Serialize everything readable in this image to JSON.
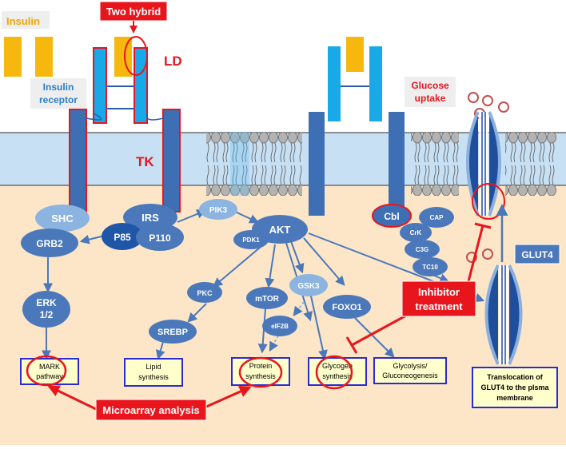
{
  "labels": {
    "insulin": "Insulin",
    "two_hybrid": "Two hybrid",
    "ld": "LD",
    "insulin_receptor_line1": "Insulin",
    "insulin_receptor_line2": "receptor",
    "tk": "TK",
    "glucose_uptake_line1": "Glucose",
    "glucose_uptake_line2": "uptake",
    "glut4": "GLUT4",
    "inhibitor_line1": "Inhibitor",
    "inhibitor_line2": "treatment",
    "microarray": "Microarray analysis"
  },
  "nodes": {
    "shc": "SHC",
    "grb2": "GRB2",
    "erk_line1": "ERK",
    "erk_line2": "1/2",
    "irs": "IRS",
    "p85": "P85",
    "p110": "P110",
    "pik3": "PIK3",
    "akt": "AKT",
    "pdk1": "PDK1",
    "pkc": "PKC",
    "mtor": "mTOR",
    "gsk3": "GSK3",
    "eif2b": "eIF2B",
    "srebp": "SREBP",
    "foxo1": "FOXO1",
    "cbl": "Cbl",
    "cap": "CAP",
    "crk": "CrK",
    "c3g": "C3G",
    "tc10": "TC10"
  },
  "outcomes": {
    "mapk_line1": "MARK",
    "mapk_line2": "pathway",
    "lipid_line1": "Lipid",
    "lipid_line2": "synthesis",
    "protein_line1": "Protein",
    "protein_line2": "synthesis",
    "glycogen_line1": "Glycogen",
    "glycogen_line2": "synthesis",
    "glycolysis_line1": "Glycolysis/",
    "glycolysis_line2": "Gluconeogenesis",
    "translocation_line1": "Translocation of",
    "translocation_line2": "GLUT4 to the plsma",
    "translocation_line3": "membrane"
  },
  "colors": {
    "insulin": "#f6b80f",
    "receptor_light": "#1aa9e8",
    "receptor_dark": "#3e6fb4",
    "membrane": "#c8e0f4",
    "cytoplasm": "#fce6c7",
    "node_dark": "#4a78ba",
    "node_light": "#8cb4e0",
    "highlight": "#e8161c",
    "outcome_border": "#2b2bd4",
    "outcome_fill": "#ffffcc"
  }
}
